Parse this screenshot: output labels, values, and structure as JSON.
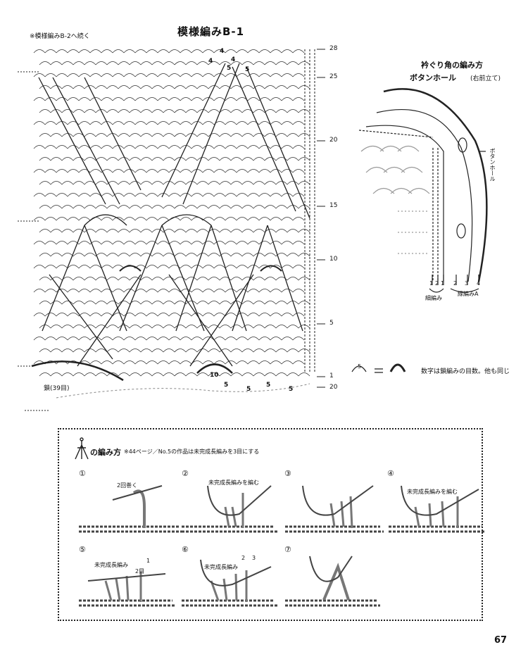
{
  "main_chart": {
    "title": "模様編みB-1",
    "note": "※模様編みB-2へ続く",
    "row_markers": [
      "28",
      "25",
      "20",
      "15",
      "10",
      "5",
      "1",
      "20"
    ],
    "chain_label": "鎖(39目)",
    "count_labels": [
      "4",
      "4",
      "4",
      "5",
      "5",
      "10",
      "5",
      "5",
      "5",
      "5"
    ]
  },
  "corner_chart": {
    "title_line1": "衿ぐり角の編み方",
    "title_line2": "ボタンホール",
    "title_note": "(右前立て)",
    "side_label": "ボタンホール",
    "row_numbers": [
      "1",
      "2",
      "1",
      "2",
      "3",
      "4"
    ],
    "bottom_label_a": "細編み",
    "bottom_label_b": "縁編みA"
  },
  "legend": {
    "symbol_num": "5",
    "text": "数字は鎖編みの目数。他も同じ"
  },
  "howto": {
    "title": "の編み方",
    "note": "※44ページ／No.5の作品は未完成長編みを3目にする",
    "steps": [
      {
        "num": "①",
        "label": "2回巻く"
      },
      {
        "num": "②",
        "label": "未完成長編みを編む"
      },
      {
        "num": "③",
        "label": ""
      },
      {
        "num": "④",
        "label": "未完成長編みを編む"
      },
      {
        "num": "⑤",
        "label": "未完成長編み"
      },
      {
        "num": "⑥",
        "label": "未完成長編み"
      },
      {
        "num": "⑦",
        "label": ""
      }
    ],
    "step5_extra": [
      "1",
      "2目"
    ],
    "step6_extra": [
      "2",
      "3"
    ]
  },
  "page_number": "67"
}
